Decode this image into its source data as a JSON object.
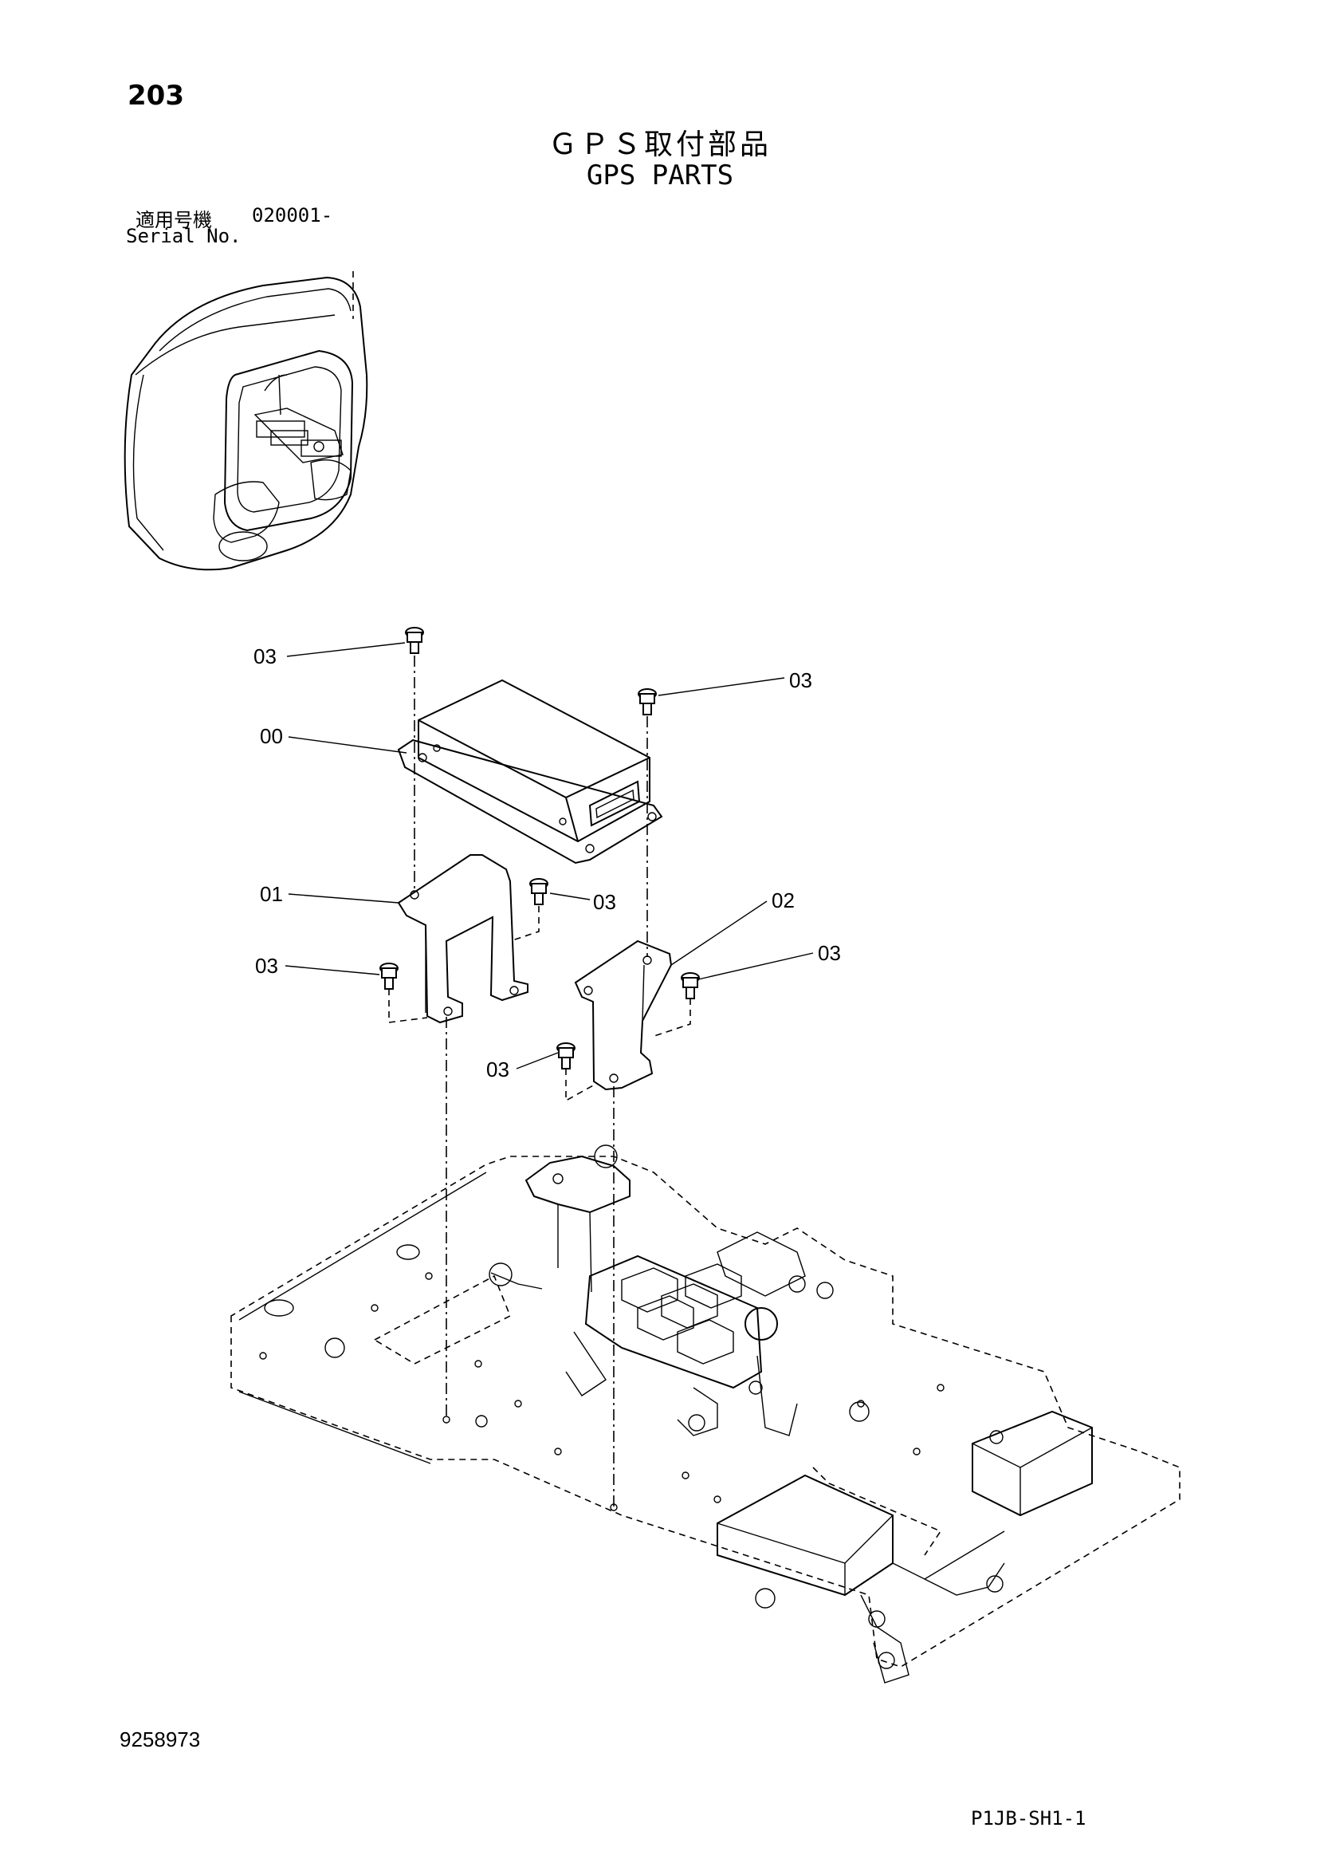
{
  "page_number": "203",
  "title_ja": "ＧＰＳ取付部品",
  "title_en": "GPS PARTS",
  "serial": {
    "label_ja": "適用号機",
    "range": "020001-",
    "label_en": "Serial No."
  },
  "callouts": {
    "c03_top_left": "03",
    "c03_top_right": "03",
    "c00": "00",
    "c01": "01",
    "c03_mid_right": "03",
    "c02": "02",
    "c03_left": "03",
    "c03_right": "03",
    "c03_bottom": "03"
  },
  "doc_number": "9258973",
  "sheet_code": "P1JB-SH1-1"
}
